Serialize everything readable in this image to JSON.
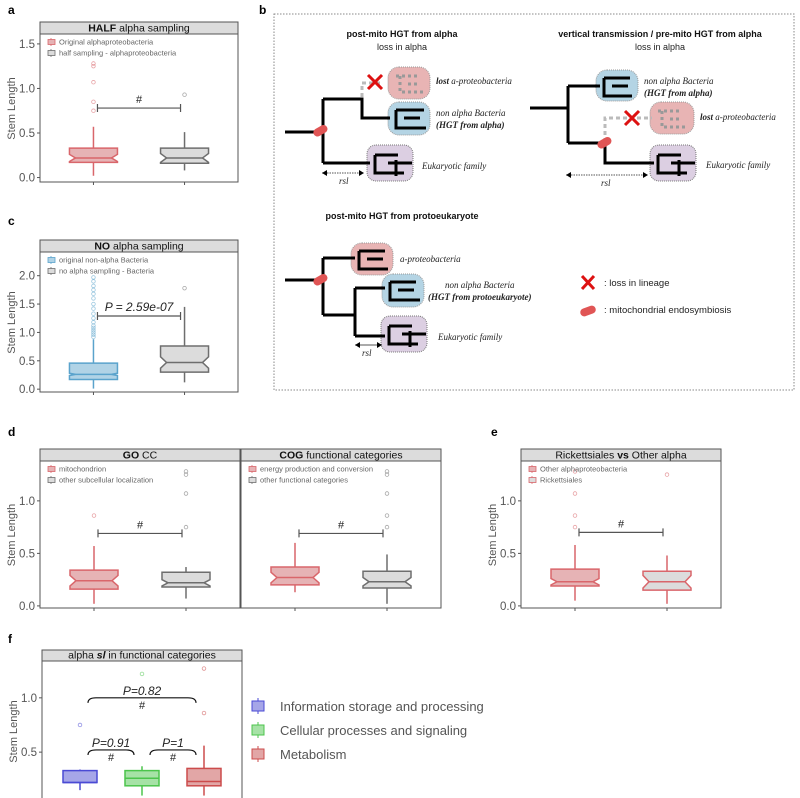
{
  "panel_labels": {
    "a": "a",
    "b": "b",
    "c": "c",
    "d": "d",
    "e": "e",
    "f": "f"
  },
  "chart_data": [
    {
      "id": "a",
      "type": "boxplot",
      "title_bold": "HALF",
      "title_rest": " alpha sampling",
      "ylabel": "Stem Length",
      "ylim": [
        -0.05,
        1.6
      ],
      "yticks": [
        "0.0",
        "0.5",
        "1.0",
        "1.5"
      ],
      "ytick_values": [
        0,
        0.5,
        1.0,
        1.5
      ],
      "legend": [
        {
          "label": "Original alphaproteobacteria",
          "color": "#d9666b"
        },
        {
          "label": "half sampling - alphaproteobacteria",
          "color": "#6e6e6e"
        }
      ],
      "boxes": [
        {
          "name": "Original alphaproteobacteria",
          "q1": 0.17,
          "median": 0.22,
          "q3": 0.33,
          "whisker_low": 0.02,
          "whisker_high": 0.57,
          "notch": 0.04,
          "fill": "#e6b3b5",
          "stroke": "#d9666b",
          "outliers": [
            0.75,
            0.85,
            1.07,
            1.25,
            1.28
          ]
        },
        {
          "name": "half sampling - alphaproteobacteria",
          "q1": 0.16,
          "median": 0.22,
          "q3": 0.33,
          "whisker_low": 0.08,
          "whisker_high": 0.51,
          "notch": 0.05,
          "fill": "#dcdcdc",
          "stroke": "#6e6e6e",
          "outliers": [
            0.93
          ]
        }
      ],
      "significance": {
        "label": "#",
        "y": 0.78
      }
    },
    {
      "id": "c",
      "type": "boxplot",
      "title_bold": "NO",
      "title_rest": " alpha sampling",
      "ylabel": "Stem Length",
      "ylim": [
        -0.05,
        2.4
      ],
      "yticks": [
        "0.0",
        "0.5",
        "1.0",
        "1.5",
        "2.0"
      ],
      "ytick_values": [
        0,
        0.5,
        1.0,
        1.5,
        2.0
      ],
      "legend": [
        {
          "label": "original non-alpha Bacteria",
          "color": "#5aa3cc"
        },
        {
          "label": "no alpha sampling - Bacteria",
          "color": "#6e6e6e"
        }
      ],
      "boxes": [
        {
          "name": "original non-alpha Bacteria",
          "q1": 0.17,
          "median": 0.26,
          "q3": 0.46,
          "whisker_low": 0.01,
          "whisker_high": 0.88,
          "notch": 0.02,
          "fill": "#b0d3e6",
          "stroke": "#5aa3cc",
          "outliers": [
            0.92,
            0.96,
            1.0,
            1.04,
            1.08,
            1.12,
            1.18,
            1.25,
            1.33,
            1.42,
            1.5,
            1.6,
            1.68,
            1.75,
            1.82,
            1.9,
            1.97
          ]
        },
        {
          "name": "no alpha sampling - Bacteria",
          "q1": 0.3,
          "median": 0.47,
          "q3": 0.76,
          "whisker_low": 0.12,
          "whisker_high": 1.45,
          "notch": 0.1,
          "fill": "#dcdcdc",
          "stroke": "#6e6e6e",
          "outliers": [
            1.78
          ]
        }
      ],
      "significance": {
        "label": "P = 2.59e-07",
        "y": 1.29
      }
    },
    {
      "id": "d1",
      "type": "boxplot",
      "title_bold": "GO",
      "title_rest": " CC",
      "ylabel": "Stem Length",
      "ylim": [
        -0.02,
        1.37
      ],
      "yticks": [
        "0.0",
        "0.5",
        "1.0"
      ],
      "ytick_values": [
        0,
        0.5,
        1.0
      ],
      "legend": [
        {
          "label": "mitochondrion",
          "color": "#d9666b"
        },
        {
          "label": "other subcellular localization",
          "color": "#6e6e6e"
        }
      ],
      "boxes": [
        {
          "name": "mitochondrion",
          "q1": 0.16,
          "median": 0.24,
          "q3": 0.34,
          "whisker_low": 0.02,
          "whisker_high": 0.57,
          "notch": 0.05,
          "fill": "#e6b3b5",
          "stroke": "#d9666b",
          "outliers": [
            0.86
          ]
        },
        {
          "name": "other subcellular localization",
          "q1": 0.18,
          "median": 0.22,
          "q3": 0.32,
          "whisker_low": 0.07,
          "whisker_high": 0.37,
          "notch": 0.03,
          "fill": "#dcdcdc",
          "stroke": "#6e6e6e",
          "outliers": [
            0.75,
            1.07,
            1.25,
            1.28
          ]
        }
      ],
      "significance": {
        "label": "#",
        "y": 0.69
      }
    },
    {
      "id": "d2",
      "type": "boxplot",
      "title_bold": "COG",
      "title_rest": " functional categories",
      "ylim": [
        -0.02,
        1.37
      ],
      "legend": [
        {
          "label": "energy production and conversion",
          "color": "#d9666b"
        },
        {
          "label": "other functional categories",
          "color": "#6e6e6e"
        }
      ],
      "boxes": [
        {
          "name": "energy production and conversion",
          "q1": 0.2,
          "median": 0.27,
          "q3": 0.37,
          "whisker_low": 0.13,
          "whisker_high": 0.6,
          "notch": 0.05,
          "fill": "#e6b3b5",
          "stroke": "#d9666b",
          "outliers": []
        },
        {
          "name": "other functional categories",
          "q1": 0.17,
          "median": 0.23,
          "q3": 0.33,
          "whisker_low": 0.02,
          "whisker_high": 0.49,
          "notch": 0.04,
          "fill": "#dcdcdc",
          "stroke": "#6e6e6e",
          "outliers": [
            0.75,
            0.86,
            1.07,
            1.25,
            1.28
          ]
        }
      ],
      "significance": {
        "label": "#",
        "y": 0.69
      }
    },
    {
      "id": "e",
      "type": "boxplot",
      "title_pre": "Rickettsiales ",
      "title_bold": "vs",
      "title_rest": " Other alpha",
      "ylabel": "Stem Length",
      "ylim": [
        -0.02,
        1.37
      ],
      "yticks": [
        "0.0",
        "0.5",
        "1.0"
      ],
      "ytick_values": [
        0,
        0.5,
        1.0
      ],
      "legend": [
        {
          "label": "Other alphaproteobacteria",
          "color": "#d9666b"
        },
        {
          "label": "Rickettsiales",
          "color": "#d9666b"
        }
      ],
      "boxes": [
        {
          "name": "Other alphaproteobacteria",
          "q1": 0.19,
          "median": 0.23,
          "q3": 0.35,
          "whisker_low": 0.05,
          "whisker_high": 0.58,
          "notch": 0.03,
          "fill": "#e6b3b5",
          "stroke": "#d9666b",
          "outliers": [
            0.75,
            0.86,
            1.07,
            1.28
          ]
        },
        {
          "name": "Rickettsiales",
          "q1": 0.15,
          "median": 0.23,
          "q3": 0.33,
          "whisker_low": 0.02,
          "whisker_high": 0.48,
          "notch": 0.06,
          "fill": "#dcdcdc",
          "stroke": "#d9666b",
          "outliers": [
            1.25
          ]
        }
      ],
      "significance": {
        "label": "#",
        "y": 0.7
      }
    },
    {
      "id": "f",
      "type": "boxplot",
      "title_pre": "alpha ",
      "title_bold": "sl",
      "title_rest": " in functional categories",
      "ylabel": "Stem Length",
      "ylim": [
        0.05,
        1.33
      ],
      "yticks": [
        "0.5",
        "1.0"
      ],
      "ytick_values": [
        0.5,
        1.0
      ],
      "legend": [
        {
          "label": "Information storage and processing",
          "color": "#4a4ad4"
        },
        {
          "label": "Cellular processes and signaling",
          "color": "#4cc44c"
        },
        {
          "label": "Metabolism",
          "color": "#cc4c4c"
        }
      ],
      "boxes": [
        {
          "name": "Information storage and processing",
          "q1": 0.22,
          "median": 0.22,
          "q3": 0.33,
          "whisker_low": 0.15,
          "whisker_high": 0.34,
          "notch": 0,
          "fill": "#a6a6e8",
          "stroke": "#4a4ad4",
          "outliers": [
            0.75
          ]
        },
        {
          "name": "Cellular processes and signaling",
          "q1": 0.19,
          "median": 0.26,
          "q3": 0.33,
          "whisker_low": 0.1,
          "whisker_high": 0.37,
          "notch": 0,
          "fill": "#a6e2a6",
          "stroke": "#4cc44c",
          "outliers": [
            1.22
          ]
        },
        {
          "name": "Metabolism",
          "q1": 0.19,
          "median": 0.23,
          "q3": 0.35,
          "whisker_low": 0.1,
          "whisker_high": 0.56,
          "notch": 0,
          "fill": "#e2a6a6",
          "stroke": "#cc4c4c",
          "outliers": [
            0.86,
            1.27
          ]
        }
      ],
      "comparisons": [
        {
          "from": 0,
          "to": 1,
          "p": "P=0.91",
          "label": "#",
          "y": 0.52
        },
        {
          "from": 1,
          "to": 2,
          "p": "P=1",
          "label": "#",
          "y": 0.52
        },
        {
          "from": 0,
          "to": 2,
          "p": "P=0.82",
          "label": "#",
          "y": 1.0
        }
      ]
    }
  ],
  "diagram_b": {
    "scenario1": {
      "title": "post-mito HGT from alpha",
      "subtitle": "loss in alpha",
      "lost_bold": "lost",
      "lost_rest": " a-proteobacteria",
      "nonalpha_line1": "non alpha Bacteria",
      "nonalpha_line2": "(HGT from alpha)",
      "euk": "Eukaryotic family",
      "rsl": "rsl"
    },
    "scenario2": {
      "title": "vertical transmission / pre-mito HGT from alpha",
      "subtitle": "loss in alpha",
      "lost_bold": "lost",
      "lost_rest": " a-proteobacteria",
      "nonalpha_line1": "non alpha Bacteria",
      "nonalpha_line2": "(HGT from alpha)",
      "euk": "Eukaryotic family",
      "rsl": "rsl"
    },
    "scenario3": {
      "title": "post-mito HGT from protoeukaryote",
      "alpha": "a-proteobacteria",
      "nonalpha_line1": "non alpha Bacteria",
      "nonalpha_line2": "(HGT from protoeukaryote)",
      "euk": "Eukaryotic family",
      "rsl": "rsl"
    },
    "key": {
      "loss": ": loss in lineage",
      "mito": ": mitochondrial endosymbiosis"
    },
    "colors": {
      "alpha": "#e8b4b4",
      "nonalpha": "#b4d4e4",
      "euk": "#dccfe2",
      "cross": "#dd1111",
      "mito": "#e05555"
    }
  }
}
